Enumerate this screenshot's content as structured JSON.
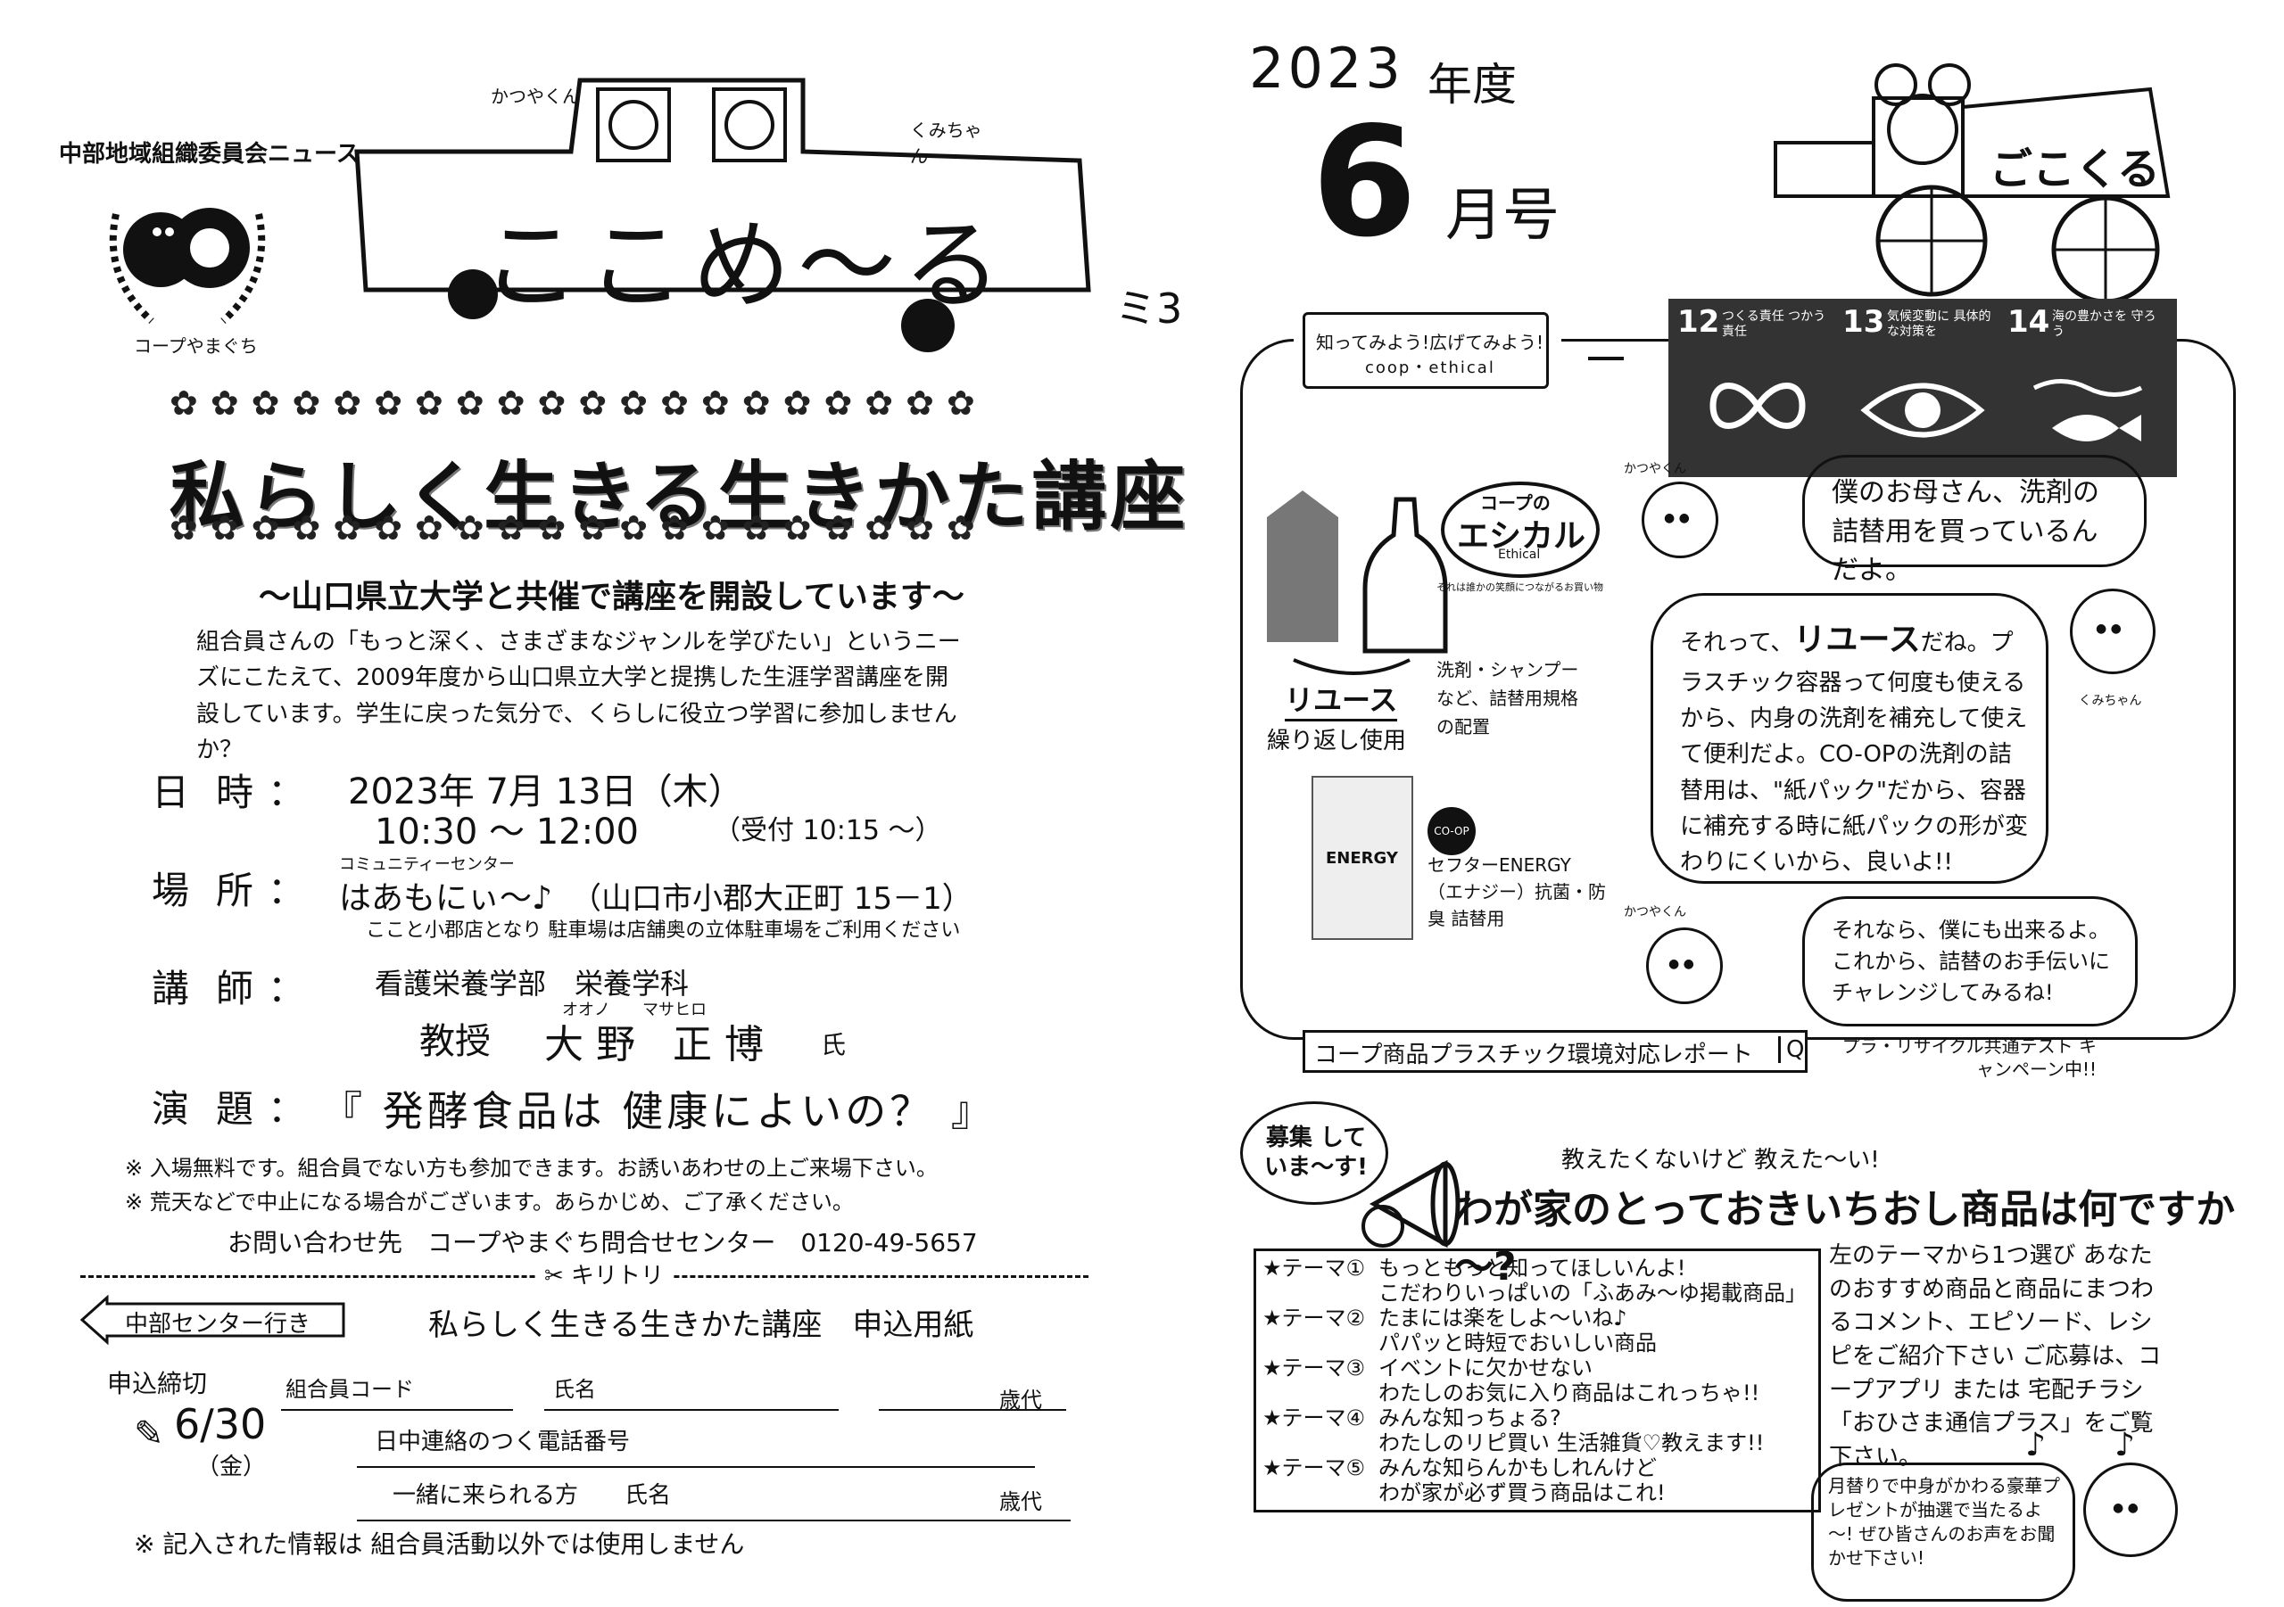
{
  "header_left": {
    "org_news": "中部地域組織委員会ニュース",
    "title": "ここめ～る",
    "driver1": "かつやくん",
    "driver2": "くみちゃん",
    "logo_text": "コープやまぐち",
    "side_mark": "ミ3"
  },
  "lecture": {
    "title": "私らしく生きる生きかた講座",
    "subtitle": "～山口県立大学と共催で講座を開設しています～",
    "intro": "組合員さんの「もっと深く、さまざまなジャンルを学びたい」というニーズにこたえて、2009年度から山口県立大学と提携した生涯学習講座を開設しています。学生に戻った気分で、くらしに役立つ学習に参加しませんか？",
    "datetime_label": "日時",
    "date": "2023年 7月 13日（木）",
    "time": "10:30 ～ 12:00",
    "reception": "（受付 10:15 ～）",
    "place_label": "場所",
    "place_ruby": "コミュニティーセンター",
    "place": "はあもにぃ～♪",
    "address": "（山口市小郡大正町 15－1）",
    "parking": "ここと小郡店となり 駐車場は店舗奥の立体駐車場をご利用ください",
    "lecturer_label": "講師",
    "lecturer_dept": "看護栄養学部　栄養学科",
    "lecturer_title": "教授",
    "lecturer_ruby": "オオノ　　マサヒロ",
    "lecturer_name": "大野 正博",
    "lecturer_suffix": "氏",
    "topic_label": "演題",
    "topic": "『 発酵食品は 健康によいの？ 』",
    "note1": "※ 入場無料です。組合員でない方も参加できます。お誘いあわせの上ご来場下さい。",
    "note2": "※ 荒天などで中止になる場合がございます。あらかじめ、ご了承ください。",
    "contact": "お問い合わせ先　コープやまぐち問合せセンター　0120-49-5657"
  },
  "form": {
    "kiritori": "✂ キリトリ",
    "dest": "中部センター行き",
    "form_title": "私らしく生きる生きかた講座　申込用紙",
    "deadline_label": "申込締切",
    "deadline": "6/30",
    "deadline_day": "（金）",
    "member_code": "組合員コード",
    "name": "氏名",
    "age": "歳代",
    "phone": "日中連絡のつく電話番号",
    "companion": "一緒に来られる方　　氏名",
    "age2": "歳代",
    "privacy": "※ 記入された情報は 組合員活動以外では使用しません"
  },
  "header_right": {
    "year": "2023",
    "nendo": "年度",
    "month": "6",
    "month_suffix": "月号",
    "mascot": "ごこくる"
  },
  "ethical": {
    "banner_line1": "知ってみよう!広げてみよう!",
    "banner_line2": "coop・ethical",
    "sdg12_num": "12",
    "sdg12_label": "つくる責任 つかう責任",
    "sdg13_num": "13",
    "sdg13_label": "気候変動に 具体的な対策を",
    "sdg14_num": "14",
    "sdg14_label": "海の豊かさを 守ろう",
    "badge_top": "コープの",
    "badge_main": "エシカル",
    "badge_sub": "Ethical",
    "badge_small": "それは誰かの笑顔につながるお買い物",
    "reuse_title": "リユース",
    "reuse_sub": "繰り返し使用",
    "reuse_desc": "洗剤・シャンプーなど、詰替用規格の配置",
    "product_logo": "CO-OP",
    "product_name": "セフターENERGY（エナジー）抗菌・防臭 詰替用",
    "product_pkg": "ENERGY",
    "bubble1_name": "かつやくん",
    "bubble1": "僕のお母さん、洗剤の詰替用を買っているんだよ。",
    "bubble2_name": "くみちゃん",
    "bubble2_a": "それって、",
    "bubble2_b": "リユース",
    "bubble2_c": "だね。プラスチック容器って何度も使えるから、内身の洗剤を補充して使えて便利だよ。CO-OPの洗剤の詰替用は、\"紙パック\"だから、容器に補充する時に紙パックの形が変わりにくいから、良いよ!!",
    "bubble3_name": "かつやくん",
    "bubble3": "それなら、僕にも出来るよ。これから、詰替のお手伝いにチャレンジしてみるね!",
    "report": "コープ商品プラスチック環境対応レポート",
    "report_q": "Q",
    "report_note": "プラ・リサイクル共通テスト キャンペーン中!!"
  },
  "recruit": {
    "bubble": "募集 していま～す!",
    "lead": "教えたくないけど 教えた～い!",
    "question": "わが家のとっておきいちおし商品は何ですか～?",
    "themes": [
      {
        "label": "★テーマ①",
        "text": "もっともっと知ってほしいんよ!"
      },
      {
        "label": "",
        "text": "こだわりいっぱいの「ふあみ～ゆ掲載商品」"
      },
      {
        "label": "★テーマ②",
        "text": "たまには楽をしよ～いね♪"
      },
      {
        "label": "",
        "text": "パパッと時短でおいしい商品"
      },
      {
        "label": "★テーマ③",
        "text": "イベントに欠かせない"
      },
      {
        "label": "",
        "text": "わたしのお気に入り商品はこれっちゃ!!"
      },
      {
        "label": "★テーマ④",
        "text": "みんな知っちょる?"
      },
      {
        "label": "",
        "text": "わたしのリピ買い 生活雑貨♡教えます!!"
      },
      {
        "label": "★テーマ⑤",
        "text": "みんな知らんかもしれんけど"
      },
      {
        "label": "",
        "text": "わが家が必ず買う商品はこれ!"
      }
    ],
    "right_text": "左のテーマから1つ選び あなたのおすすめ商品と商品にまつわるコメント、エピソード、レシピをご紹介下さい ご応募は、コープアプリ または 宅配チラシ「おひさま通信プラス」をご覧下さい。",
    "gift_text": "月替りで中身がかわる豪華プレゼントが抽選で当たるよ～! ぜひ皆さんのお声をお聞かせ下さい!"
  }
}
